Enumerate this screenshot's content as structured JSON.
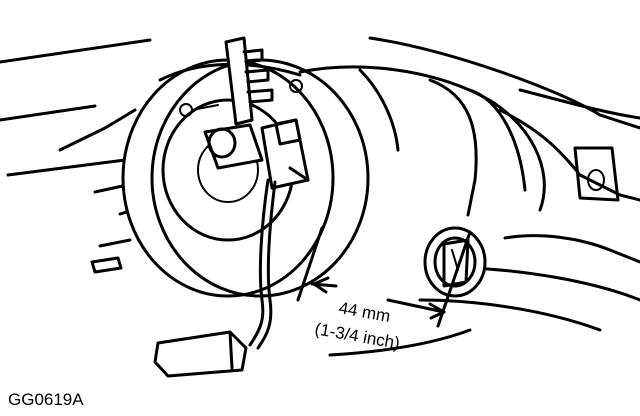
{
  "measurement": {
    "metric": "44 mm",
    "imperial": "(1-3/4 inch)"
  },
  "figure_code": "GG0619A"
}
